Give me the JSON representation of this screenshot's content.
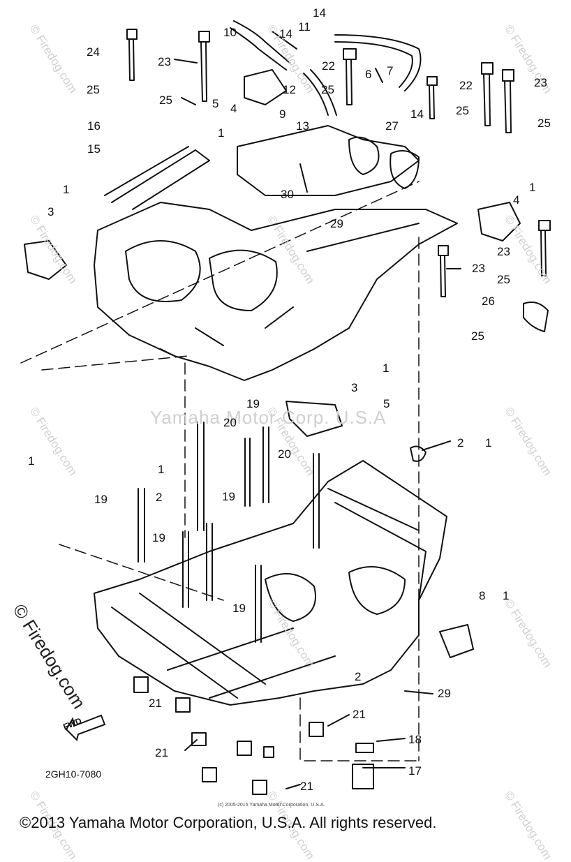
{
  "watermark": {
    "center": "Yamaha Motor Corp. U.S.A",
    "tiled": "© Firedog.com",
    "large": "© Firedog.com"
  },
  "callouts": [
    {
      "id": "c24",
      "text": "24"
    },
    {
      "id": "c23a",
      "text": "23"
    },
    {
      "id": "c25a",
      "text": "25"
    },
    {
      "id": "c25b",
      "text": "25"
    },
    {
      "id": "c10",
      "text": "10"
    },
    {
      "id": "c14a",
      "text": "14"
    },
    {
      "id": "c14b",
      "text": "14"
    },
    {
      "id": "c11",
      "text": "11"
    },
    {
      "id": "c22a",
      "text": "22"
    },
    {
      "id": "c6",
      "text": "6"
    },
    {
      "id": "c7",
      "text": "7"
    },
    {
      "id": "c12",
      "text": "12"
    },
    {
      "id": "c25c",
      "text": "25"
    },
    {
      "id": "c5a",
      "text": "5"
    },
    {
      "id": "c4a",
      "text": "4"
    },
    {
      "id": "c1a",
      "text": "1"
    },
    {
      "id": "c9",
      "text": "9"
    },
    {
      "id": "c14c",
      "text": "14"
    },
    {
      "id": "c22b",
      "text": "22"
    },
    {
      "id": "c23b",
      "text": "23"
    },
    {
      "id": "c25d",
      "text": "25"
    },
    {
      "id": "c25e",
      "text": "25"
    },
    {
      "id": "c13",
      "text": "13"
    },
    {
      "id": "c27",
      "text": "27"
    },
    {
      "id": "c16",
      "text": "16"
    },
    {
      "id": "c15",
      "text": "15"
    },
    {
      "id": "c1b",
      "text": "1"
    },
    {
      "id": "c3a",
      "text": "3"
    },
    {
      "id": "c30",
      "text": "30"
    },
    {
      "id": "c29a",
      "text": "29"
    },
    {
      "id": "c1c",
      "text": "1"
    },
    {
      "id": "c4b",
      "text": "4"
    },
    {
      "id": "c23c",
      "text": "23"
    },
    {
      "id": "c23d",
      "text": "23"
    },
    {
      "id": "c25f",
      "text": "25"
    },
    {
      "id": "c26",
      "text": "26"
    },
    {
      "id": "c25g",
      "text": "25"
    },
    {
      "id": "c1d",
      "text": "1"
    },
    {
      "id": "c3b",
      "text": "3"
    },
    {
      "id": "c5b",
      "text": "5"
    },
    {
      "id": "c19a",
      "text": "19"
    },
    {
      "id": "c20a",
      "text": "20"
    },
    {
      "id": "c2a",
      "text": "2"
    },
    {
      "id": "c1e",
      "text": "1"
    },
    {
      "id": "c20b",
      "text": "20"
    },
    {
      "id": "c1f",
      "text": "1"
    },
    {
      "id": "c1g",
      "text": "1"
    },
    {
      "id": "c19b",
      "text": "19"
    },
    {
      "id": "c2b",
      "text": "2"
    },
    {
      "id": "c19c",
      "text": "19"
    },
    {
      "id": "c19d",
      "text": "19"
    },
    {
      "id": "c19e",
      "text": "19"
    },
    {
      "id": "c8",
      "text": "8"
    },
    {
      "id": "c1h",
      "text": "1"
    },
    {
      "id": "c21a",
      "text": "21"
    },
    {
      "id": "c29b",
      "text": "29"
    },
    {
      "id": "c21b",
      "text": "21"
    },
    {
      "id": "c21c",
      "text": "21"
    },
    {
      "id": "c18",
      "text": "18"
    },
    {
      "id": "c17",
      "text": "17"
    },
    {
      "id": "c21d",
      "text": "21"
    },
    {
      "id": "c2c",
      "text": "2"
    }
  ],
  "fwd_label": "FWD",
  "diagram_code": "2GH10-7080",
  "small_copyright": "(c) 2005-2015 Yamaha Motor Corporation, U.S.A.",
  "copyright": "©2013 Yamaha Motor Corporation, U.S.A. All rights reserved."
}
